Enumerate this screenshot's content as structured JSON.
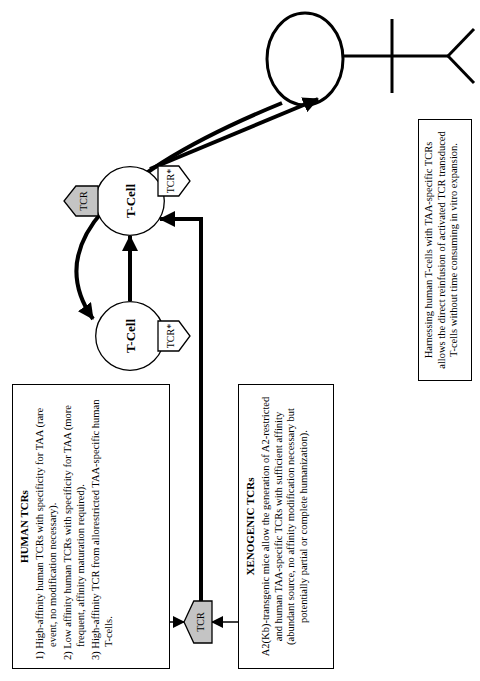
{
  "diagram": {
    "nodes": [
      {
        "text": [
          "HUMAN TCRs",
          "1) High-affinity human TCRs with specificity for TAA (rare event, no modification necessary).",
          "2) Low affinity human TCRs with specificity for TAA (more frequent, affinity maturation required).",
          "3) High-affinity TCR from allorestricted TAA-specific human T-cells."
        ]
      },
      {
        "text": [
          "XENOGENIC TCRs",
          "A2(Kb)-transgenic mice allow the generation of A2-restricted and human TAA-specific TCRs with sufficient affinity (abundant source, no affinity modification necessary but potentially partial or complete humanization)."
        ]
      },
      {
        "text": [
          "TCR"
        ]
      },
      {
        "text": [
          "T-Cell"
        ]
      },
      {
        "text": [
          "TCR*"
        ]
      },
      {
        "text": [
          "T-Cell"
        ]
      },
      {
        "text": [
          "TCR"
        ]
      },
      {
        "text": [
          "TCR*"
        ]
      },
      {
        "text": [
          "Harnessing human T-cells with TAA-specific TCRs allows the direct reinfusion of activated TCR transduced T-cells without time consuming in vitro expansion."
        ]
      }
    ],
    "edges": [
      {
        "from": 0,
        "to": 2,
        "arrow": "to"
      },
      {
        "from": 1,
        "to": 2,
        "arrow": "to"
      },
      {
        "from": 2,
        "to": 5,
        "arrow": "to"
      },
      {
        "from": 3,
        "to": 5,
        "arrow": "to"
      }
    ]
  }
}
